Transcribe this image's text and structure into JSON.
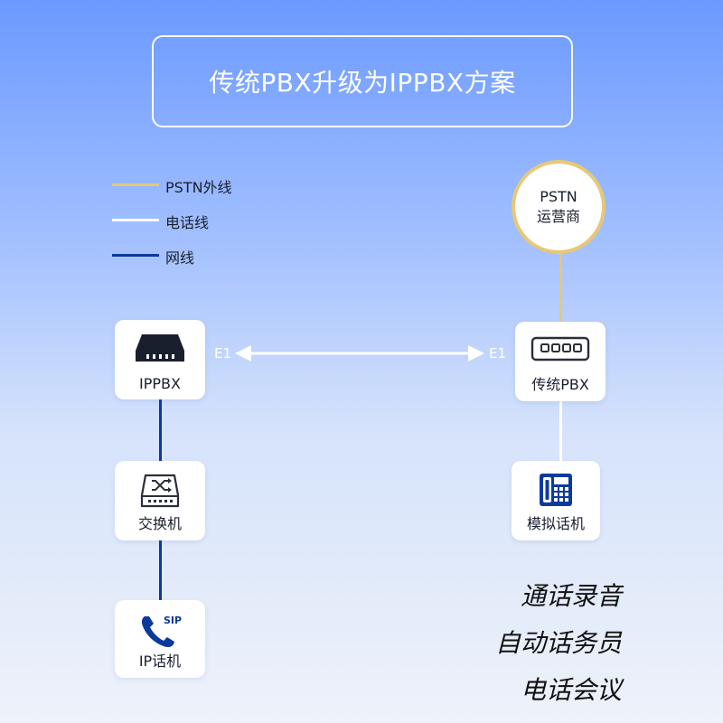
{
  "title": "传统PBX升级为IPPBX方案",
  "legend": [
    {
      "label": "PSTN外线",
      "color": "#e7c877"
    },
    {
      "label": "电话线",
      "color": "#ffffff"
    },
    {
      "label": "网线",
      "color": "#0b3a9e"
    }
  ],
  "pstn": {
    "line1": "PSTN",
    "line2": "运营商"
  },
  "nodes": {
    "ippbx": {
      "label": "IPPBX",
      "icon": "server-icon"
    },
    "switch": {
      "label": "交换机",
      "icon": "network-switch-icon"
    },
    "ip_phone": {
      "label": "IP话机",
      "icon": "sip-phone-icon",
      "badge": "SIP"
    },
    "legacy_pbx": {
      "label": "传统PBX",
      "icon": "pbx-device-icon"
    },
    "analog_phone": {
      "label": "模拟话机",
      "icon": "desk-phone-icon"
    }
  },
  "link": {
    "left_label": "E1",
    "right_label": "E1"
  },
  "features": [
    "通话录音",
    "自动话务员",
    "电话会议"
  ],
  "colors": {
    "pstn_line": "#e7c877",
    "phone_line": "#ffffff",
    "network_line": "#0b3a9e",
    "icon_blue": "#0b3a9e"
  }
}
